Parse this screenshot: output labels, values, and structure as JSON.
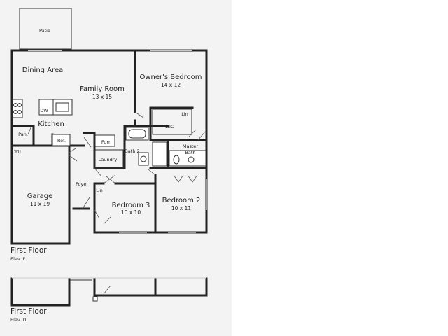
{
  "rooms": {
    "patio": "Patio",
    "dining_area": "Dining Area",
    "family_room": "Family Room",
    "family_room_size": "13 x 15",
    "owners_bedroom": "Owner's Bedroom",
    "owners_bedroom_size": "14 x 12",
    "kitchen": "Kitchen",
    "dw": "DW",
    "pantry": "Pan.",
    "refrigerator": "Ref.",
    "wh": "WH",
    "furnace": "Furn",
    "bath2": "Bath 2",
    "wic": "WIC",
    "linen_master": "Lin",
    "master_bath": [
      "Master",
      "Bath"
    ],
    "laundry": "Laundry",
    "foyer": "Foyer",
    "linen_hall": "Lin",
    "garage": "Garage",
    "garage_size": "11 x 19",
    "bedroom3": "Bedroom 3",
    "bedroom3_size": "10 x 10",
    "bedroom2": "Bedroom 2",
    "bedroom2_size": "10 x 11"
  },
  "captions": {
    "first_floor_f": "First Floor",
    "elev_f": "Elev. F",
    "first_floor_d": "First Floor",
    "elev_d": "Elev. D"
  }
}
